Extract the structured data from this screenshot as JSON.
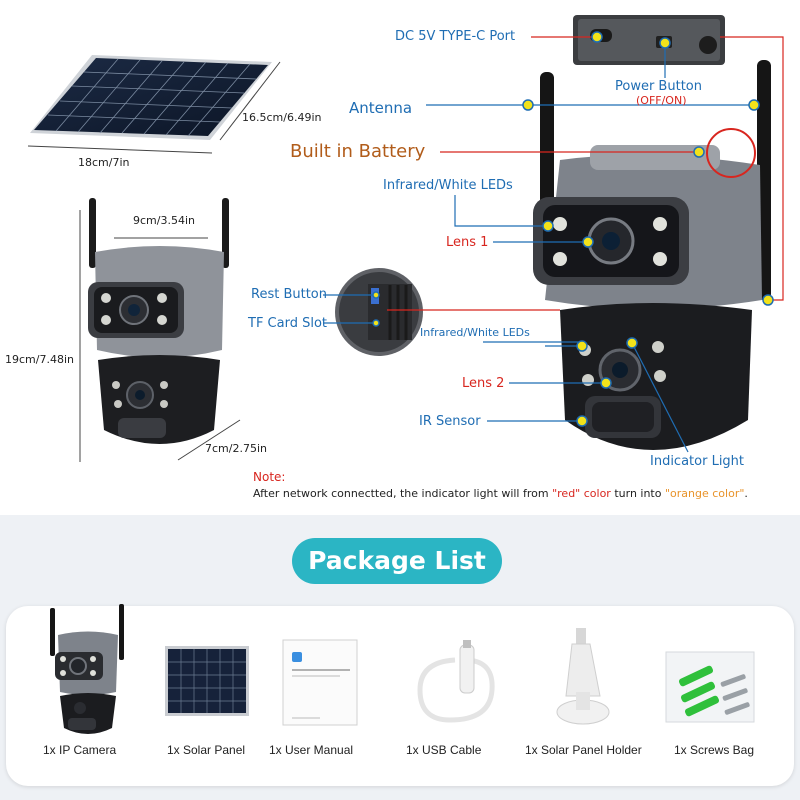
{
  "dimensions": {
    "panel_height": "16.5cm/6.49in",
    "panel_width": "18cm/7in",
    "camera_width": "9cm/3.54in",
    "camera_height": "19cm/7.48in",
    "camera_depth": "7cm/2.75in"
  },
  "callouts": {
    "dc_port": "DC 5V TYPE-C Port",
    "power_button": "Power Button",
    "power_button_sub": "(OFF/ON)",
    "antenna": "Antenna",
    "battery": "Built in Battery",
    "ir_leds_top": "Infrared/White LEDs",
    "lens1": "Lens 1",
    "reset_button": "Rest Button",
    "tf_slot": "TF Card Slot",
    "ir_leds_bottom": "Infrared/White LEDs",
    "lens2": "Lens 2",
    "ir_sensor": "IR Sensor",
    "indicator_light": "Indicator Light"
  },
  "note": {
    "label": "Note:",
    "text_before": "After network connectted, the indicator light will from ",
    "red_word": "\"red\" color",
    "text_middle": " turn into ",
    "orange_word": "\"orange color\"",
    "text_after": "."
  },
  "package": {
    "title": "Package List",
    "items": [
      {
        "label": "1x IP Camera"
      },
      {
        "label": "1x Solar Panel"
      },
      {
        "label": "1x User Manual"
      },
      {
        "label": "1x USB Cable"
      },
      {
        "label": "1x Solar Panel Holder"
      },
      {
        "label": "1x Screws Bag"
      }
    ]
  },
  "colors": {
    "callout_blue": "#1f6db3",
    "callout_red": "#d8261f",
    "orange": "#e8932a",
    "accent_teal": "#2bb5c4",
    "marker_yellow": "#f2e21a"
  }
}
